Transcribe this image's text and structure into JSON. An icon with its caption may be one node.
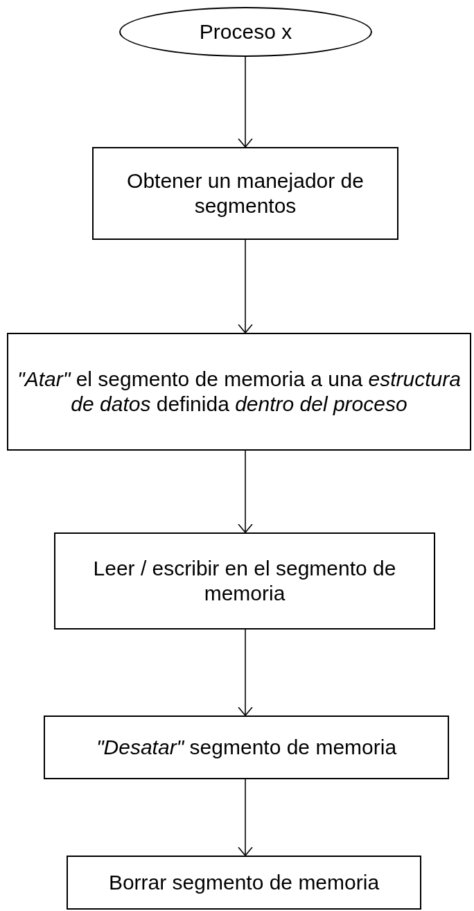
{
  "diagram": {
    "nodes": [
      {
        "text": [
          "Proceso x"
        ]
      },
      {
        "text": [
          "Obtener un manejador de segmentos"
        ]
      },
      {
        "text": [
          "*\"Atar\"* el segmento de memoria a una *estructura de datos* definida *dentro del proceso*"
        ]
      },
      {
        "text": [
          "Leer / escribir en el segmento de memoria"
        ]
      },
      {
        "text": [
          "*\"Desatar\"* segmento de memoria"
        ]
      },
      {
        "text": [
          "Borrar segmento de memoria"
        ]
      }
    ],
    "edges": [
      {
        "from": 0,
        "to": 1,
        "arrow": "to"
      },
      {
        "from": 1,
        "to": 2,
        "arrow": "to"
      },
      {
        "from": 2,
        "to": 3,
        "arrow": "to"
      },
      {
        "from": 3,
        "to": 4,
        "arrow": "to"
      },
      {
        "from": 4,
        "to": 5,
        "arrow": "to"
      }
    ]
  }
}
